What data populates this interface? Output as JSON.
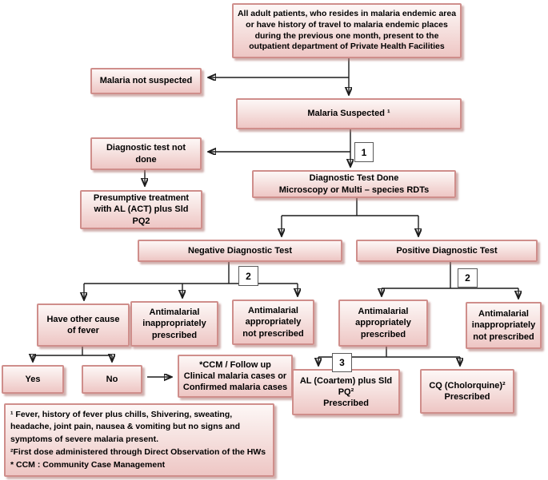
{
  "title": "Malaria diagnosis and treatment flowchart",
  "colors": {
    "box_fill_top": "#fdf7f6",
    "box_fill_bottom": "#eec6c4",
    "box_border": "#cf8e8b",
    "box_shadow": "#ad7370",
    "connector_line": "#1c1c1c",
    "callout_border": "#5a5a5a",
    "text": "#000000",
    "background": "#ffffff"
  },
  "nodes": {
    "population": "All adult patients, who resides in malaria endemic area\nor have history of travel to malaria endemic places\nduring the previous one month, present to the\noutpatient department of Private Health Facilities",
    "malaria_not_suspected": "Malaria not suspected",
    "malaria_suspected": "Malaria Suspected ¹",
    "diagnostic_test_not_done": "Diagnostic test not\ndone",
    "presumptive_treatment": "Presumptive treatment\nwith AL (ACT) plus Sld PQ2",
    "diagnostic_test_done": "Diagnostic Test Done\nMicroscopy or Multi – species  RDTs",
    "negative_test": "Negative Diagnostic Test",
    "positive_test": "Positive Diagnostic Test",
    "have_other_cause": "Have other cause\nof fever",
    "antimalarial_inappropriately_prescribed": "Antimalarial\ninappropriately\nprescribed",
    "antimalarial_appropriately_not_prescribed": "Antimalarial\nappropriately\nnot prescribed",
    "antimalarial_appropriately_prescribed": "Antimalarial\nappropriately\nprescribed",
    "antimalarial_inappropriately_not_prescribed": "Antimalarial\ninappropriately\nnot prescribed",
    "yes": "Yes",
    "no": "No",
    "ccm_followup": "*CCM / Follow up\nClinical malaria cases or\nConfirmed malaria cases",
    "al_coartem": "AL (Coartem) plus Sld\nPQ²\nPrescribed",
    "cq_chloroquine": "CQ (Cholorquine)²\nPrescribed",
    "footnotes": "¹ Fever, history of fever  plus chills, Shivering, sweating,\nheadache, joint pain, nausea & vomiting but no signs and\nsymptoms of severe malaria present.\n²First dose administered through Direct Observation of the HWs\n* CCM : Community Case Management"
  },
  "callouts": {
    "step1": "1",
    "step2_negative": "2",
    "step2_positive": "2",
    "step3": "3"
  }
}
